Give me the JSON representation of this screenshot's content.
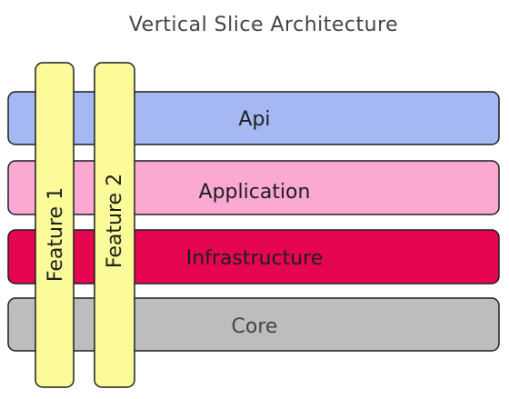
{
  "diagram": {
    "title": "Vertical Slice Architecture",
    "layers": [
      {
        "label": "Api",
        "fill": "#a5b8f3",
        "text_color": "#1e1e1e"
      },
      {
        "label": "Application",
        "fill": "#fba8d3",
        "text_color": "#1e1e1e"
      },
      {
        "label": "Infrastructure",
        "fill": "#e5064f",
        "text_color": "#1e1e1e"
      },
      {
        "label": "Core",
        "fill": "#bdbdbd",
        "text_color": "#444444"
      }
    ],
    "features": [
      {
        "label": "Feature 1",
        "fill": "#fbfb9a"
      },
      {
        "label": "Feature 2",
        "fill": "#fbfb9a"
      }
    ],
    "stroke_color": "#1e1e1e"
  }
}
